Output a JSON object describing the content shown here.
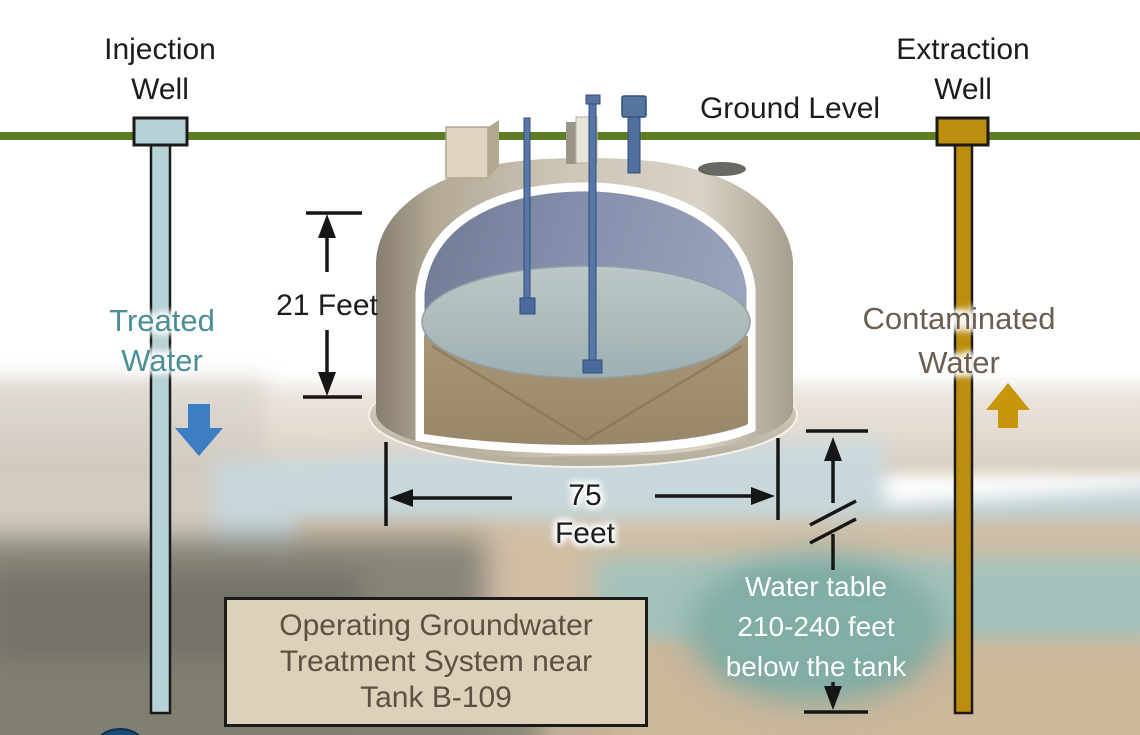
{
  "diagram": {
    "labels": {
      "injection_well": "Injection\nWell",
      "extraction_well": "Extraction\nWell",
      "ground_level": "Ground Level",
      "treated_water": "Treated\nWater",
      "contaminated_water": "Contaminated\nWater",
      "tank_height": "21 Feet",
      "tank_width": "75\nFeet",
      "water_table": "Water table\n210-240 feet\nbelow the tank",
      "caption": "Operating Groundwater\nTreatment System near\nTank B-109"
    },
    "colors": {
      "ground_line": "#5e7d22",
      "injection_well_fill": "#b7d2d6",
      "extraction_well_fill": "#bc8e0e",
      "treated_water_text": "#4a8f97",
      "contaminated_water_text": "#6b5e50",
      "treated_arrow": "#3b7ec4",
      "contaminated_arrow": "#c8960b",
      "dimension_line": "#161616",
      "water_table_text": "#ffffff",
      "water_table_glow": "#7fab a3",
      "caption_bg": "#ddd1ba",
      "caption_text": "#5c5142",
      "tank_shell": "#cdc5b6",
      "tank_interior": "#8690ac",
      "logo_dot": "#1d4a78"
    }
  }
}
